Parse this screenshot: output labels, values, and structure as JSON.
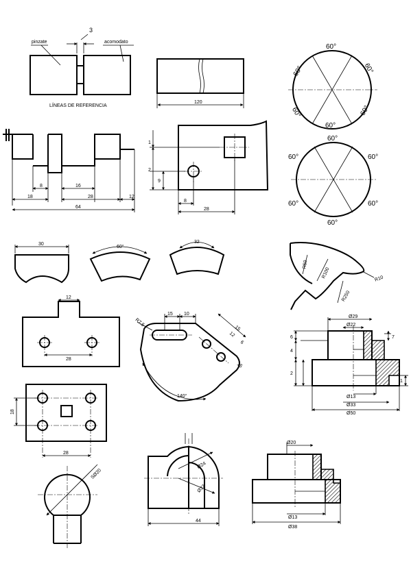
{
  "fig1": {
    "top": "3",
    "left_note": "pinzate",
    "right_note": "acomodato",
    "bottom_note": "LÍNEAS DE REFERENCIA"
  },
  "fig2": {
    "dim": "120"
  },
  "circle_a": {
    "angles": [
      "60°",
      "60°",
      "60°",
      "60°",
      "60°",
      "60°"
    ]
  },
  "circle_b": {
    "angles": [
      "60°",
      "60°",
      "60°",
      "60°",
      "60°",
      "60°"
    ]
  },
  "fig_row": {
    "d1": "8",
    "d2": "16",
    "d3": "18",
    "d4": "28",
    "d5": "12",
    "d6": "64"
  },
  "fig_plate": {
    "v1": "1",
    "v2": "2",
    "v3": "9",
    "h1": "8",
    "h2": "28"
  },
  "arcs": {
    "a1": "30",
    "a2": "60°",
    "a3": "32"
  },
  "profile": {
    "r1": "R50",
    "r2": "R100",
    "r3": "R10",
    "r4": "R250"
  },
  "tab_block": {
    "top": "12",
    "bottom": "28"
  },
  "slot_arm": {
    "d1": "15",
    "d2": "10",
    "d3": "15",
    "d4": "12",
    "d5": "6",
    "d6": "15",
    "r": "R7.5",
    "arc": "140°"
  },
  "section_a": {
    "d1": "Ø29",
    "d2": "Ø22",
    "v1": "6",
    "v2": "4",
    "v3": "2",
    "r1": "7",
    "r2": "1",
    "b1": "Ø13",
    "b2": "Ø33",
    "b3": "Ø50"
  },
  "plate4": {
    "v": "18",
    "h": "28"
  },
  "sphere": {
    "label": "SØ20"
  },
  "semi": {
    "d1": "Ø24",
    "d2": "Ø32",
    "w": "44"
  },
  "section_b": {
    "top": "Ø20",
    "b1": "Ø13",
    "b2": "Ø38"
  }
}
